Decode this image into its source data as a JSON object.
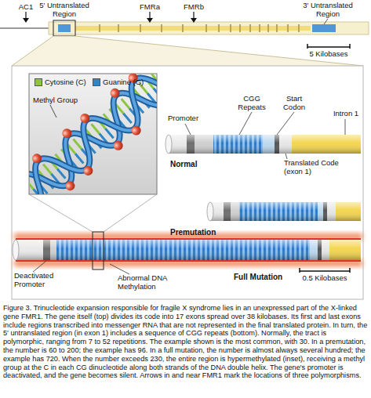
{
  "diagram": {
    "caption": "Figure 3. Trinucleotide expansion responsible for fragile X syndrome lies in an unexpressed part of the X-linked gene FMR1. The gene itself (top) divides its code into 17 exons spread over 38 kilobases. Its first and last exons include regions transcribed into messenger RNA that are not represented in the final translated protein. In turn, the 5′ untranslated region (in exon 1) includes a sequence of CGG repeats (bottom). Normally, the tract is polymorphic, ranging from 7 to 52 repetitions. The example shown is the most common, with 30. In a premutation, the number is 60 to 200; the example has 96. In a full mutation, the number is almost always several hundred; the example has 720. When the number exceeds 230, the entire region is hypermethylated (inset), receiving a methyl group at the C in each CG dinucleotide along both strands of the DNA double helix. The gene's promoter is deactivated, and the gene becomes silent. Arrows in and near FMR1 mark the locations of three polymorphisms.",
    "nodes": [
      {
        "text": [
          "Normal"
        ]
      },
      {
        "text": [
          "Premutation"
        ]
      },
      {
        "text": [
          "Full Mutation"
        ]
      }
    ],
    "labels": [
      "AC1",
      "5′ Untranslated Region",
      "FMRa",
      "FMRb",
      "3′ Untranslated Region",
      "5 Kilobases",
      "Methyl Group",
      "Promoter",
      "CGG Repeats",
      "Start Codon",
      "Intron 1",
      "Translated Code (exon 1)",
      "Deactivated Promoter",
      "Abnormal DNA Methylation",
      "0.5 Kilobases"
    ],
    "legend": [
      {
        "text": "Cytosine (C)",
        "color": "#8cc63e"
      },
      {
        "text": "Guanine (G)",
        "color": "#2e86c9"
      }
    ]
  }
}
